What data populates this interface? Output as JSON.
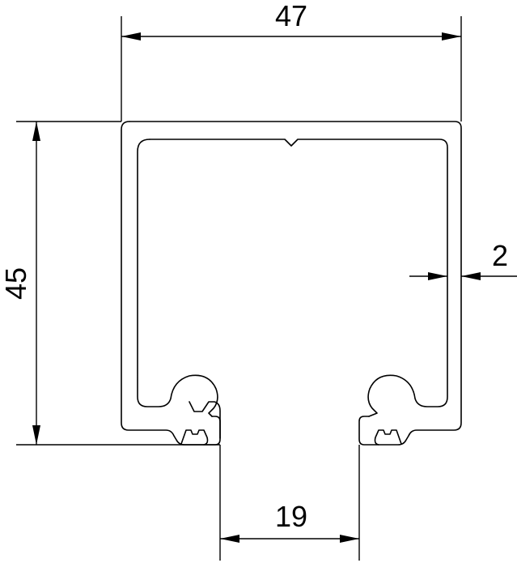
{
  "drawing": {
    "dimensions": {
      "width": "47",
      "height": "45",
      "wall_thickness": "2",
      "slot_opening": "19"
    }
  }
}
